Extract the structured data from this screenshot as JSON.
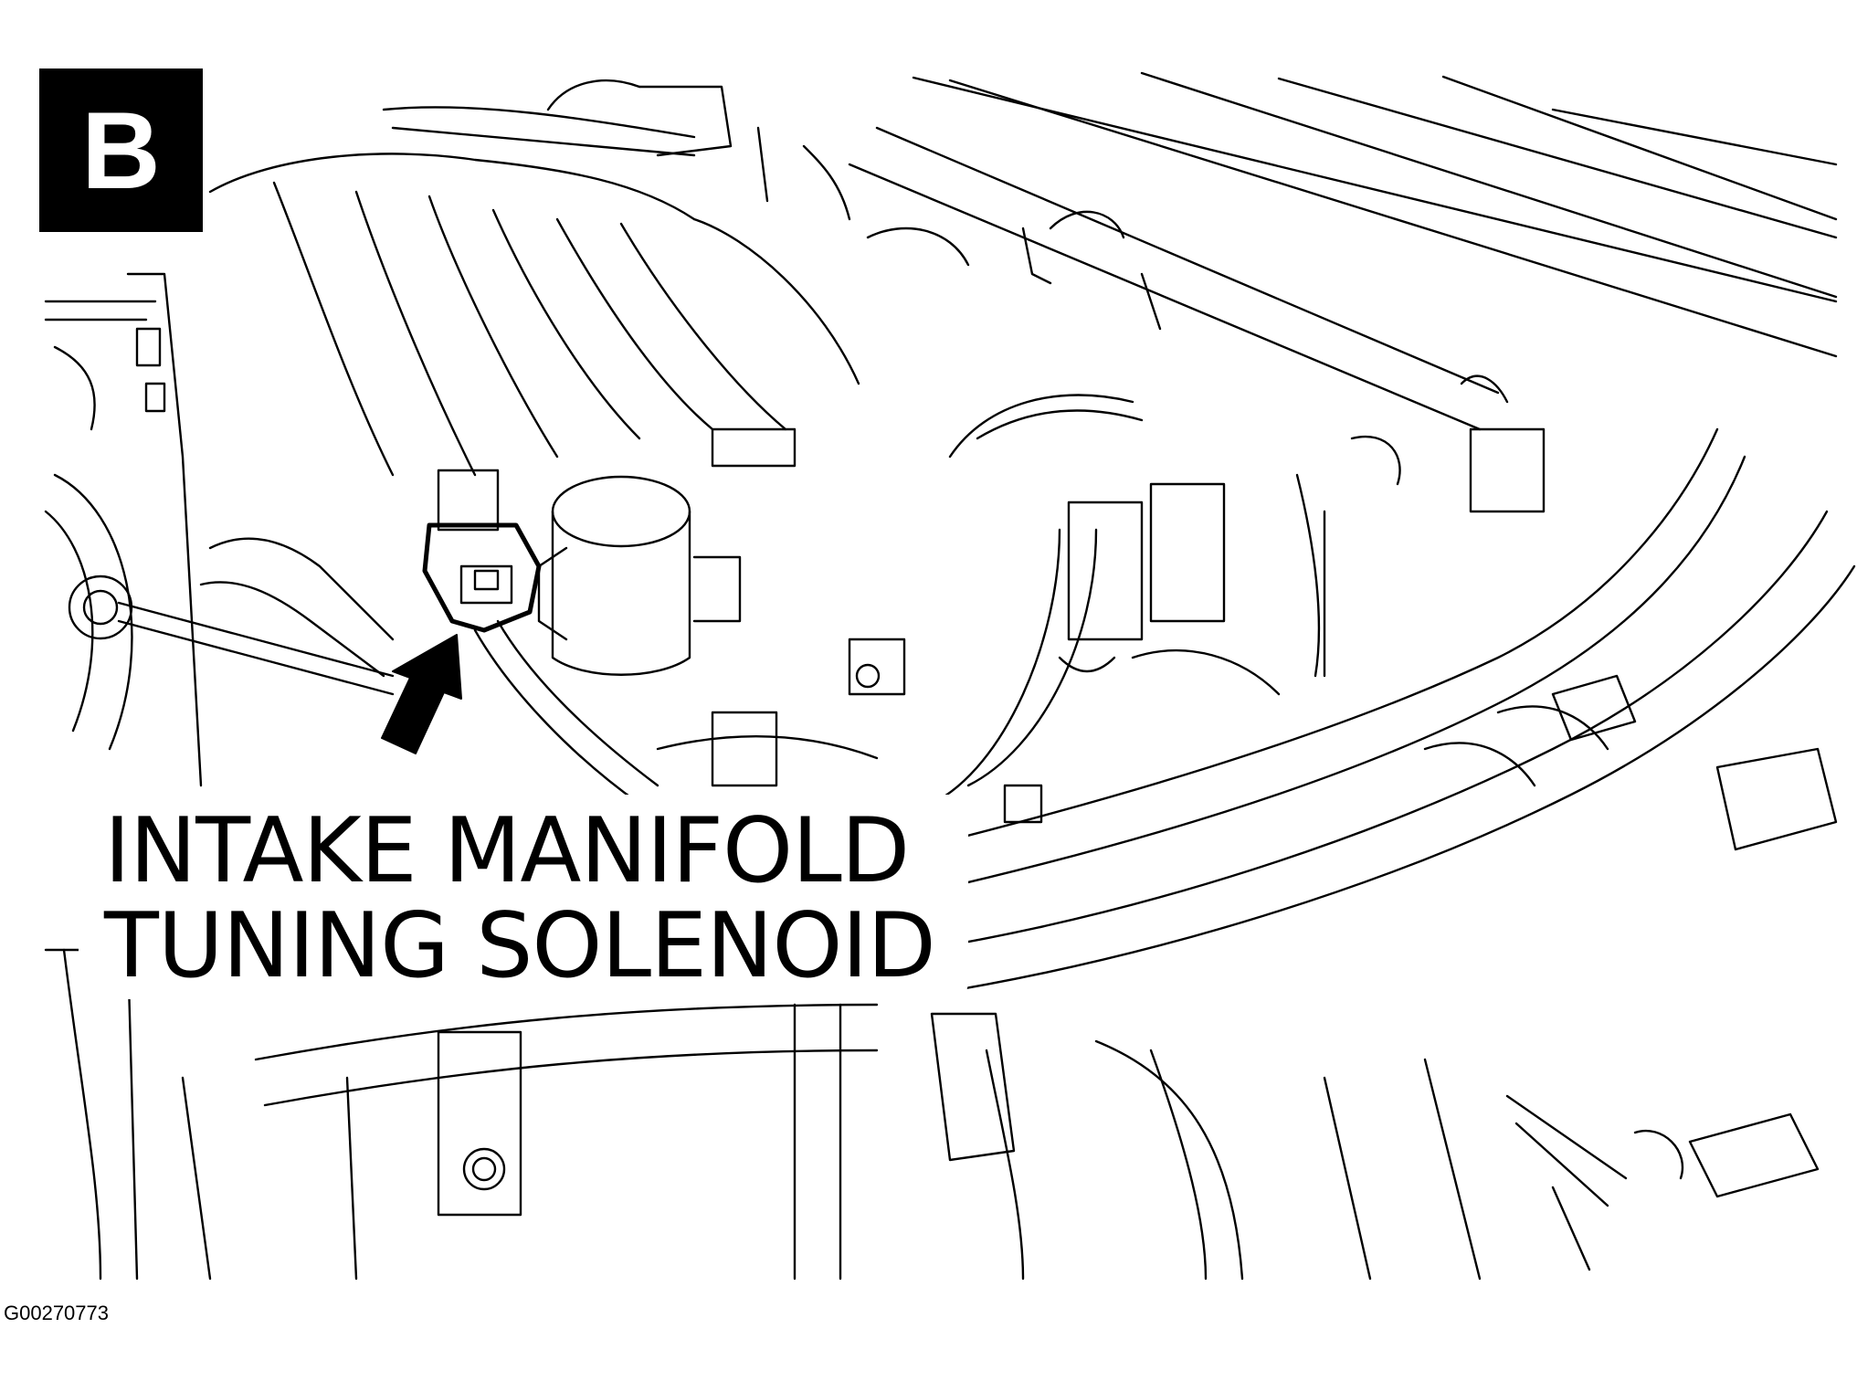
{
  "badge": {
    "letter": "B"
  },
  "callout": {
    "line1": "INTAKE MANIFOLD",
    "line2": "TUNING SOLENOID"
  },
  "figure_id": "G00270773",
  "icons": {
    "pointer": "arrow-icon"
  }
}
